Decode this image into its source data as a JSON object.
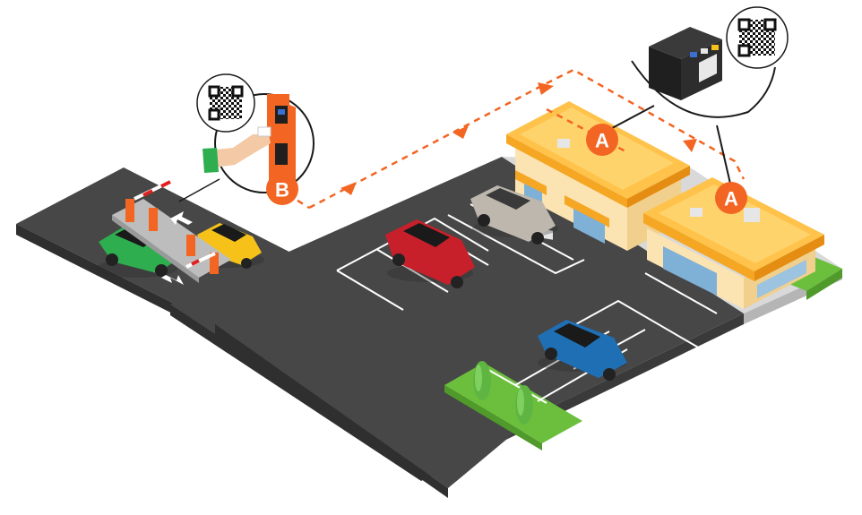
{
  "markers": {
    "kiosk_a1": "A",
    "kiosk_a2": "A",
    "gate_b": "B"
  },
  "icons": {
    "qr_code_kiosk": "qr-code-icon",
    "qr_code_gate": "qr-code-icon",
    "printer": "ticket-printer-icon",
    "hand": "hand-scanning-icon",
    "direction_arrows": "arrow-icon"
  },
  "colors": {
    "accent_orange": "#f26522",
    "asphalt": "#474747",
    "asphalt_edge": "#2f2f2f",
    "grass": "#6cbf3c",
    "shop_roof": "#ffc24a",
    "shop_wall": "#fbe3b2",
    "awning": "#f5a623",
    "car_green": "#2fae4f",
    "car_yellow": "#f6c21a",
    "car_red": "#c8202a",
    "car_silver": "#bdb7ad",
    "car_blue": "#1f6fb5"
  }
}
